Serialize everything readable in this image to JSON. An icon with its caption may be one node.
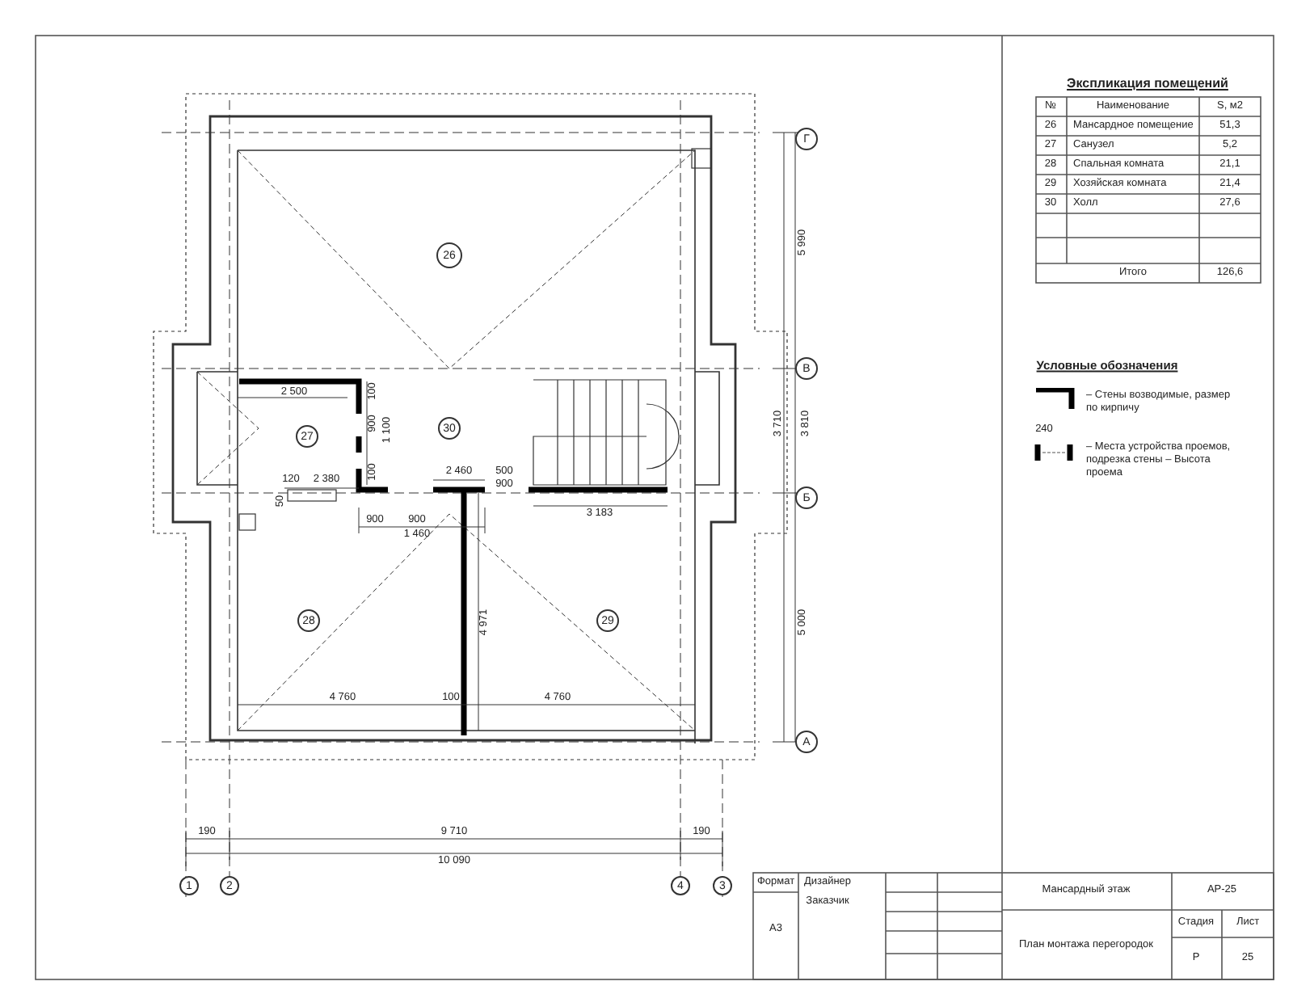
{
  "diagram": {
    "title": "Экспликация помещений",
    "nodes": [
      {
        "text": [
          "26"
        ]
      },
      {
        "text": [
          "27"
        ]
      },
      {
        "text": [
          "30"
        ]
      },
      {
        "text": [
          "28"
        ]
      },
      {
        "text": [
          "29"
        ]
      },
      {
        "text": [
          "Г"
        ]
      },
      {
        "text": [
          "В"
        ]
      },
      {
        "text": [
          "Б"
        ]
      },
      {
        "text": [
          "А"
        ]
      },
      {
        "text": [
          "1"
        ]
      },
      {
        "text": [
          "2"
        ]
      },
      {
        "text": [
          "4"
        ]
      },
      {
        "text": [
          "3"
        ]
      }
    ],
    "labels": [
      "№",
      "Наименование",
      "S, м2",
      "26",
      "Мансардное помещение",
      "51,3",
      "27",
      "Санузел",
      "5,2",
      "28",
      "Спальная комната",
      "21,1",
      "29",
      "Хозяйская комната",
      "21,4",
      "30",
      "Холл",
      "27,6",
      "Итого",
      "126,6",
      "Условные обозначения",
      "240",
      "5 990",
      "3 710",
      "3 810",
      "5 000",
      "2 500",
      "100",
      "900",
      "1 100",
      "100",
      "120",
      "2 380",
      "50",
      "2 460",
      "500",
      "900",
      "900",
      "900",
      "1 460",
      "3 183",
      "4 971",
      "4 760",
      "100",
      "4 760",
      "190",
      "9 710",
      "190",
      "10 090",
      "Формат",
      "A3",
      "Дизайнер",
      "Заказчик",
      "Мансардный этаж",
      "АР-25",
      "План монтажа перегородок",
      "Стадия",
      "Лист",
      "Р",
      "25"
    ],
    "legend": [
      {
        "text": "– Стены возводимые, размер по кирпичу"
      },
      {
        "text": "– Места устройства проемов, подрезка стены – Высота проема"
      }
    ]
  }
}
